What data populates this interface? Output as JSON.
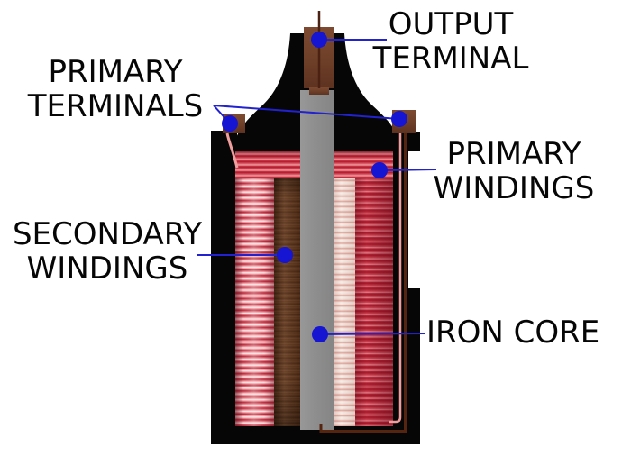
{
  "labels": {
    "output_terminal": [
      "OUTPUT",
      "TERMINAL"
    ],
    "primary_terminals": [
      "PRIMARY",
      "TERMINALS"
    ],
    "primary_windings": [
      "PRIMARY",
      "WINDINGS"
    ],
    "secondary_windings": [
      "SECONDARY",
      "WINDINGS"
    ],
    "iron_core": [
      "IRON CORE"
    ]
  },
  "colors": {
    "callout_blue_dot": "#1515d2",
    "callout_blue_line": "#2222cf",
    "case_black": "#060606",
    "iron_core_gray": "#8e8e8e",
    "terminal_brown": "#6e3f28",
    "secondary_winding_brown": "#5a3118",
    "primary_winding_red": "#b72336",
    "winding_highlight_white": "#f8f0ea",
    "wire_pink": "#ef9d9d",
    "wire_dark_brown": "#55250f",
    "label_text": "#060606",
    "background": "#ffffff"
  }
}
